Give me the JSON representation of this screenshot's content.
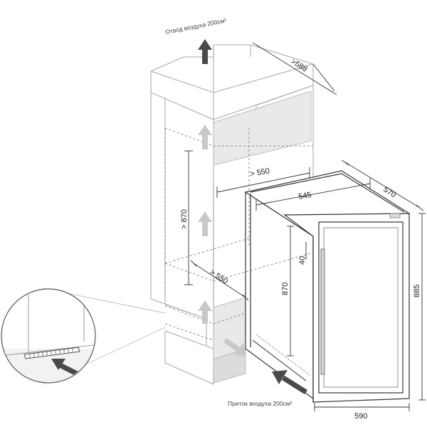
{
  "labels": {
    "air_out": "Отвод воздуха 200см²",
    "air_in": "Приток воздуха 200см²"
  },
  "dimensions": {
    "top_depth": ">588",
    "niche_width": "> 550",
    "niche_height": "> 870",
    "niche_depth": "> 550",
    "unit_width_top": "545",
    "unit_depth": "570",
    "unit_height_side": "870",
    "door_offset": "40",
    "total_height": "885",
    "total_width": "590"
  },
  "colors": {
    "cabinet_line": "#b9b9b9",
    "dash_line": "#8a8a8a",
    "arrow_dark": "#4a4a4a",
    "arrow_light": "#c8c8c8",
    "panel_fill": "#e9e9e9",
    "unit_line": "#333333"
  }
}
